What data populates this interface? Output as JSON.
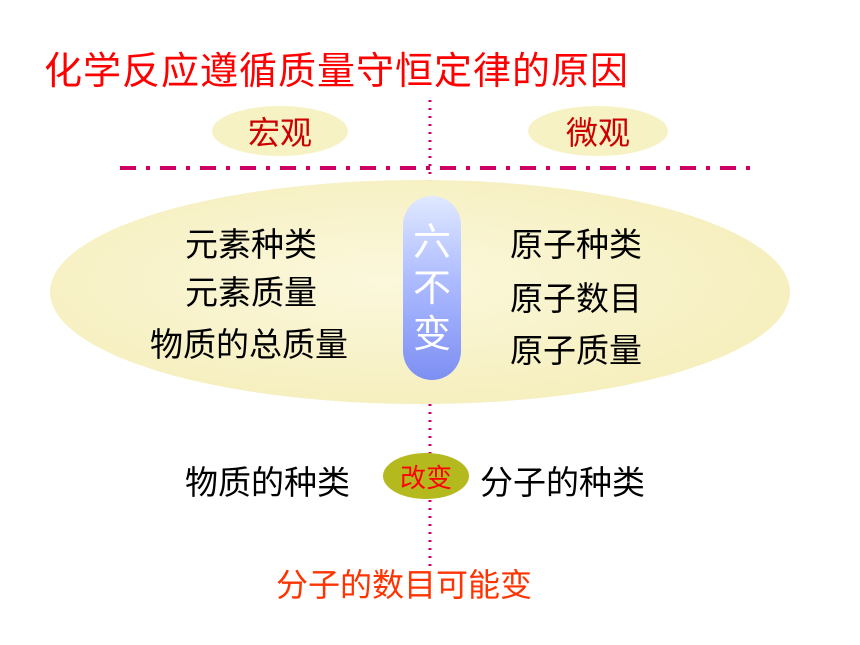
{
  "title": "化学反应遵循质量守恒定律的原因",
  "macro_label": "宏观",
  "micro_label": "微观",
  "macro_items": [
    "元素种类",
    "元素质量",
    "物质的总质量"
  ],
  "unchanged_label": [
    "六",
    "不",
    "变"
  ],
  "micro_items": [
    "原子种类",
    "原子数目",
    "原子质量"
  ],
  "changed_left": "物质的种类",
  "changed_label": "改变",
  "changed_right": "分子的种类",
  "may_change": "分子的数目可能变",
  "colors": {
    "title": "#ff0000",
    "macro_micro_text": "#cc0000",
    "pill_fill": "#f7f2c4",
    "ellipse_fill": "#f8f3c9",
    "divider": "#cc0066",
    "capsule_top": "#d8e4ff",
    "capsule_bottom": "#7c8ff6",
    "changed_badge_fill": "#b4b91e",
    "changed_badge_text": "#ff0000",
    "may_change_text": "#ff3300"
  }
}
